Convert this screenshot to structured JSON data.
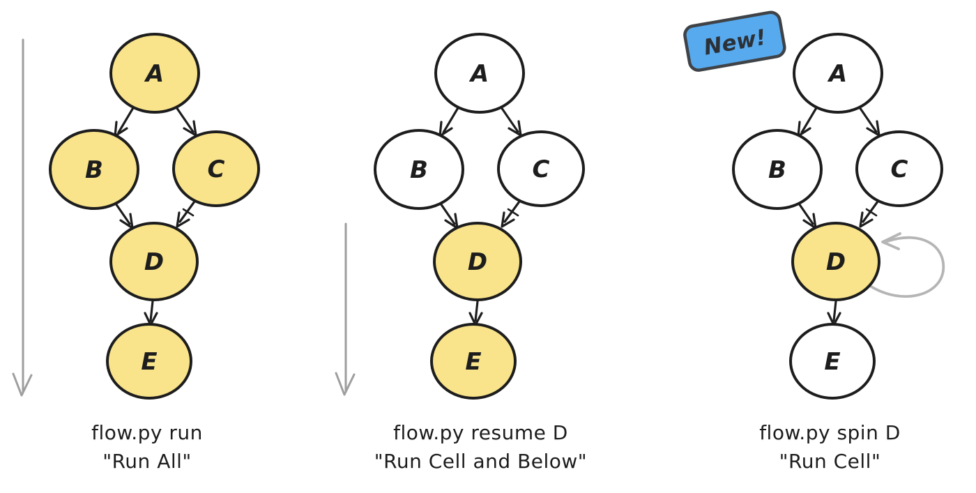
{
  "page": {
    "background": "#ffffff"
  },
  "palette": {
    "node_highlight_fill": "#F9E48B",
    "node_default_fill": "#FFFFFF",
    "node_stroke": "#1D1D1D",
    "edge_stroke": "#1D1D1D",
    "timeline_arrow_color": "#9E9E9E",
    "self_loop_arrow_color": "#B5B5B5",
    "badge_fill": "#57AAEE",
    "badge_border": "#3F4347",
    "badge_text_color": "#2C3137",
    "caption_text_color": "#1C1C1C"
  },
  "badge": {
    "label": "New!"
  },
  "diagrams": [
    {
      "id": "run-all",
      "command": "flow.py run",
      "subtitle": "\"Run All\"",
      "timeline_arrow": "full-height",
      "edges": [
        "A->B",
        "A->C",
        "B->D",
        "C->D",
        "D->E"
      ],
      "nodes": [
        {
          "label": "A",
          "highlighted": true
        },
        {
          "label": "B",
          "highlighted": true
        },
        {
          "label": "C",
          "highlighted": true
        },
        {
          "label": "D",
          "highlighted": true
        },
        {
          "label": "E",
          "highlighted": true
        }
      ]
    },
    {
      "id": "resume-d",
      "command": "flow.py resume D",
      "subtitle": "\"Run Cell and Below\"",
      "timeline_arrow": "from-D-down",
      "edges": [
        "A->B",
        "A->C",
        "B->D",
        "C->D",
        "D->E"
      ],
      "nodes": [
        {
          "label": "A",
          "highlighted": false
        },
        {
          "label": "B",
          "highlighted": false
        },
        {
          "label": "C",
          "highlighted": false
        },
        {
          "label": "D",
          "highlighted": true
        },
        {
          "label": "E",
          "highlighted": true
        }
      ]
    },
    {
      "id": "spin-d",
      "command": "flow.py spin D",
      "subtitle": "\"Run Cell\"",
      "timeline_arrow": "none",
      "self_loop_on": "D",
      "badge": "New!",
      "edges": [
        "A->B",
        "A->C",
        "B->D",
        "C->D",
        "D->E",
        "D->D"
      ],
      "nodes": [
        {
          "label": "A",
          "highlighted": false
        },
        {
          "label": "B",
          "highlighted": false
        },
        {
          "label": "C",
          "highlighted": false
        },
        {
          "label": "D",
          "highlighted": true
        },
        {
          "label": "E",
          "highlighted": false
        }
      ]
    }
  ]
}
